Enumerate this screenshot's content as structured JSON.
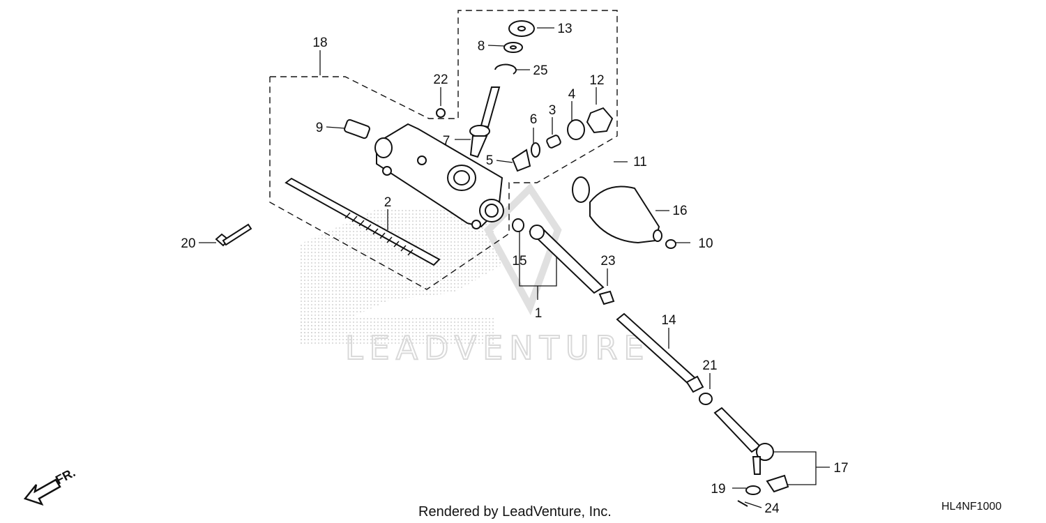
{
  "diagram": {
    "footer_text": "Rendered by LeadVenture, Inc.",
    "diagram_code": "HL4NF1000",
    "watermark_text": "LEADVENTURE",
    "front_indicator": "FR.",
    "callouts": [
      "1",
      "2",
      "3",
      "4",
      "5",
      "6",
      "7",
      "8",
      "9",
      "10",
      "11",
      "12",
      "13",
      "14",
      "15",
      "16",
      "17",
      "18",
      "19",
      "20",
      "21",
      "22",
      "23",
      "24",
      "25"
    ],
    "colors": {
      "line": "#111111",
      "watermark": "#d9d9d9"
    }
  }
}
